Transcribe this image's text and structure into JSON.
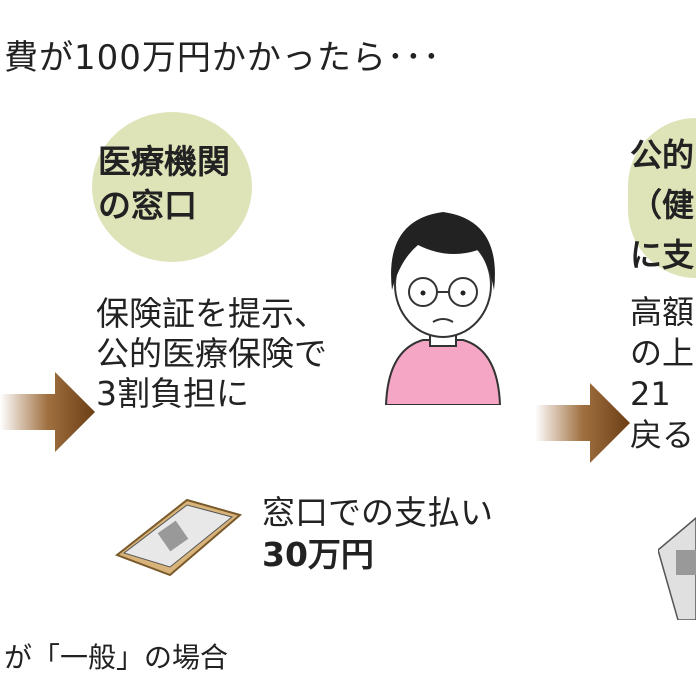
{
  "title": "費が100万円かかったら･･･",
  "step1": {
    "heading_lines": [
      "医療機関",
      "の窓口"
    ],
    "body_lines": [
      "保険証を提示、",
      "公的医療保険で",
      "3割負担に"
    ],
    "payment_label": "窓口での支払い",
    "payment_amount": "30万円"
  },
  "step2": {
    "heading_lines": [
      "公的",
      "（健",
      "に支"
    ],
    "body_lines": [
      "高額",
      "の上",
      "21",
      "戻る"
    ]
  },
  "footnote": "が「一般」の場合",
  "colors": {
    "circle": "#dfe3b8",
    "arrow": "#7a4a1c",
    "shirt": "#f4a6c4"
  }
}
